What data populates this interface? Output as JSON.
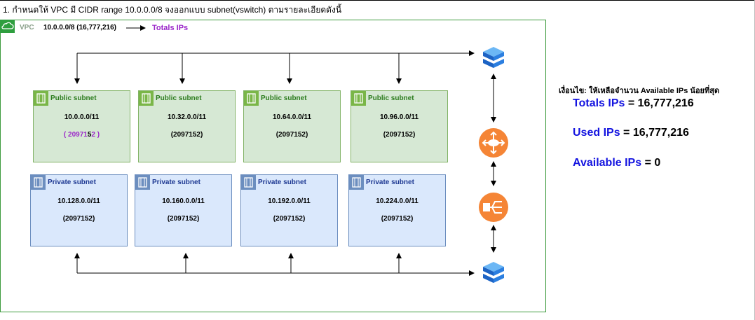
{
  "header": {
    "text": "1. กำหนดให้ VPC มี CIDR range 10.0.0.0/8 จงออกแบบ subnet(vswitch) ตามรายละเอียดดังนี้"
  },
  "vpc": {
    "label": "VPC",
    "cidr": "10.0.0.0/8 (16,777,216)",
    "totals_label": "Totals IPs"
  },
  "public_subnets": [
    {
      "title": "Public subnet",
      "cidr": "10.0.0.0/11",
      "count_open": "( 20971",
      "count_mid": "5",
      "count_close": "2 )"
    },
    {
      "title": "Public subnet",
      "cidr": "10.32.0.0/11",
      "count": "(2097152)"
    },
    {
      "title": "Public subnet",
      "cidr": "10.64.0.0/11",
      "count": "(2097152)"
    },
    {
      "title": "Public subnet",
      "cidr": "10.96.0.0/11",
      "count": "(2097152)"
    }
  ],
  "private_subnets": [
    {
      "title": "Private subnet",
      "cidr": "10.128.0.0/11",
      "count": "(2097152)"
    },
    {
      "title": "Private subnet",
      "cidr": "10.160.0.0/11",
      "count": "(2097152)"
    },
    {
      "title": "Private subnet",
      "cidr": "10.192.0.0/11",
      "count": "(2097152)"
    },
    {
      "title": "Private subnet",
      "cidr": "10.224.0.0/11",
      "count": "(2097152)"
    }
  ],
  "conditions": {
    "title": "เงื่อนไข: ให้เหลือจำนวน Available IPs น้อยที่สุด",
    "totals_key": "Totals IPs",
    "totals_val": " = 16,777,216",
    "used_key": "Used IPs",
    "used_val": " = 16,777,216",
    "avail_key": "Available IPs",
    "avail_val": " = 0"
  },
  "colors": {
    "accent_purple": "#9b27c9",
    "stat_blue": "#1414e0",
    "aws_orange": "#f58536",
    "public_green": "#d6e8d4",
    "private_blue": "#dae8fc"
  },
  "icons": [
    "cloud-icon",
    "subnet-icon",
    "server-stack-icon",
    "router-icon",
    "load-balancer-icon"
  ]
}
